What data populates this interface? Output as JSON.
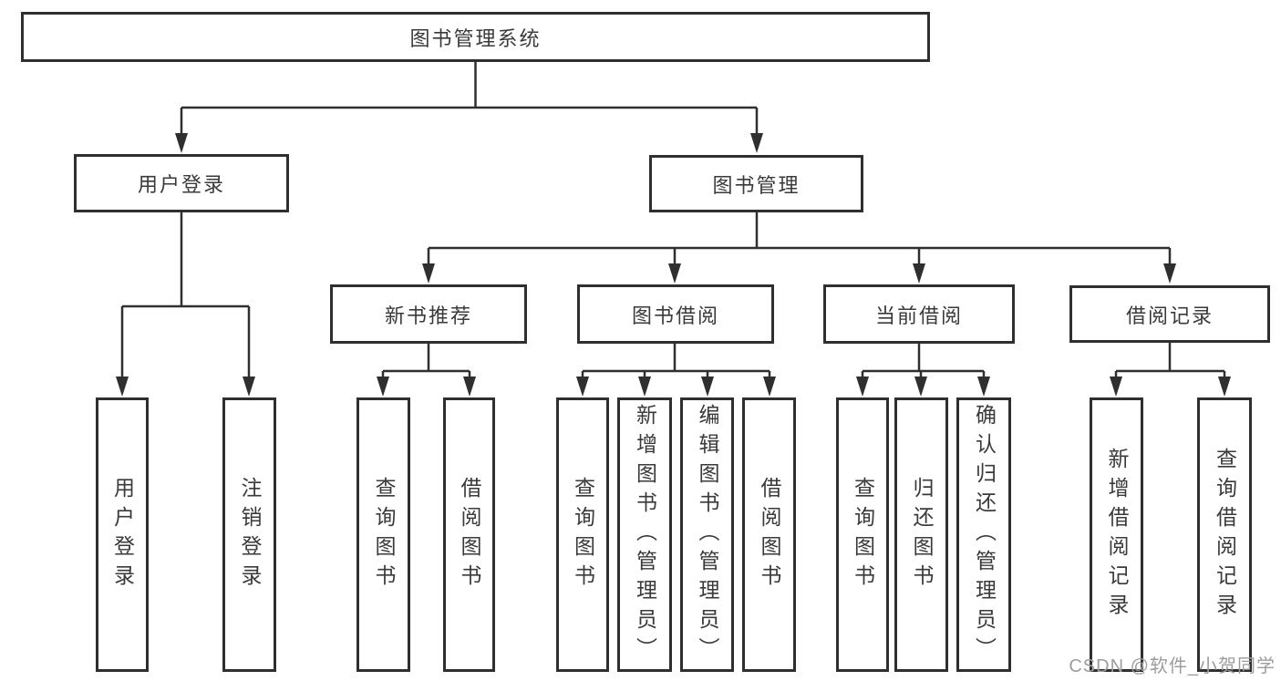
{
  "diagram": {
    "root": {
      "label": "图书管理系统"
    },
    "children": [
      {
        "label": "用户登录",
        "children": [
          {
            "label": "用户登录"
          },
          {
            "label": "注销登录"
          }
        ]
      },
      {
        "label": "图书管理",
        "children": [
          {
            "label": "新书推荐",
            "children": [
              {
                "label": "查询图书"
              },
              {
                "label": "借阅图书"
              }
            ]
          },
          {
            "label": "图书借阅",
            "children": [
              {
                "label": "查询图书"
              },
              {
                "label": "新增图书（管理员）"
              },
              {
                "label": "编辑图书（管理员）"
              },
              {
                "label": "借阅图书"
              }
            ]
          },
          {
            "label": "当前借阅",
            "children": [
              {
                "label": "查询图书"
              },
              {
                "label": "归还图书"
              },
              {
                "label": "确认归还（管理员）"
              }
            ]
          },
          {
            "label": "借阅记录",
            "children": [
              {
                "label": "新增借阅记录"
              },
              {
                "label": "查询借阅记录"
              }
            ]
          }
        ]
      }
    ]
  },
  "watermark": {
    "text": "CSDN @软件_小贺同学"
  },
  "colors": {
    "line": "#2f2f2f",
    "box_border": "#2f2f2f",
    "box_background": "#ffffff",
    "text": "#3a3a3a",
    "watermark": "#9d9d9d",
    "page_background": "#ffffff"
  }
}
